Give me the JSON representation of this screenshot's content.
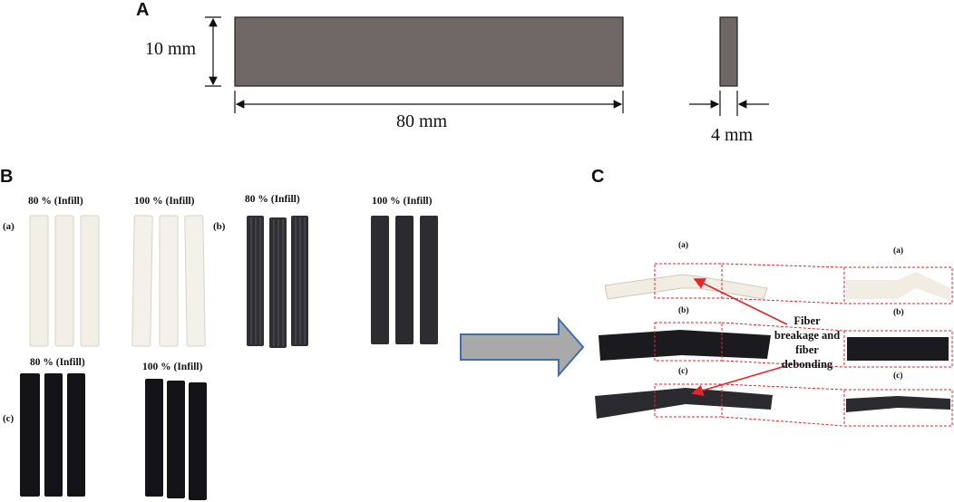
{
  "panels": {
    "a": "A",
    "b": "B",
    "c": "C"
  },
  "dimensions": {
    "height": "10 mm",
    "length": "80 mm",
    "thickness": "4 mm"
  },
  "infill": {
    "r1_80": "80 % (Infill)",
    "r1_100": "100 % (Infill)",
    "r1b_80": "80 % (Infill)",
    "r1b_100": "100 % (Infill)",
    "r2_80": "80 % (Infill)",
    "r2_100": "100 % (Infill)"
  },
  "tags_b": {
    "a": "(a)",
    "b": "(b)",
    "c": "(c)"
  },
  "tags_c": {
    "a_left": "(a)",
    "a_right": "(a)",
    "b_left": "(b)",
    "b_right": "(b)",
    "c_left": "(c)",
    "c_right": "(c)"
  },
  "annotation": {
    "line1": "Fiber",
    "line2": "breakage and",
    "line3": "fiber",
    "line4": "debonding"
  },
  "colors": {
    "specimen": "#6f6666",
    "white_sample": "#f1efe6",
    "dark_sample": "#2a2a2e",
    "black_sample": "#141418",
    "arrow_fill": "#a9a9a9",
    "arrow_stroke": "#3f6fb0",
    "annot_red": "#e3262b"
  }
}
